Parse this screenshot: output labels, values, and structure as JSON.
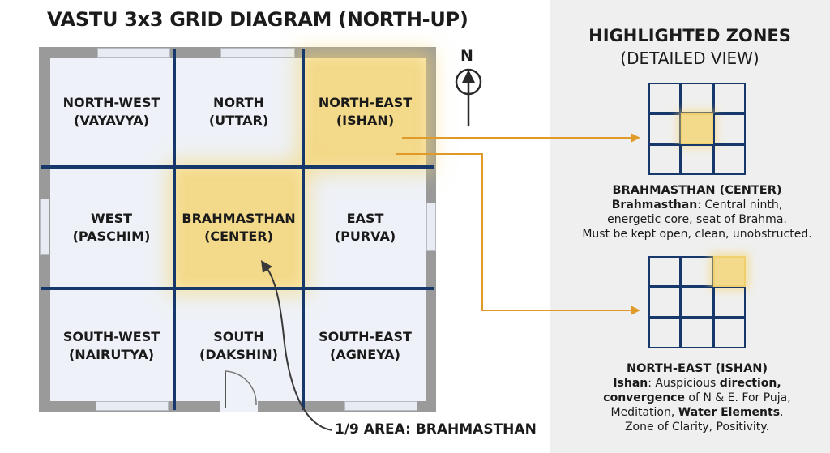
{
  "title": "VASTU 3x3 GRID DIAGRAM (NORTH-UP)",
  "compass": {
    "label": "N",
    "icon": "north-arrow-icon"
  },
  "grid": {
    "cells": [
      {
        "id": "nw",
        "line1": "NORTH-WEST",
        "line2": "(VAYAVYA)",
        "highlighted": false
      },
      {
        "id": "n",
        "line1": "NORTH",
        "line2": "(UTTAR)",
        "highlighted": false
      },
      {
        "id": "ne",
        "line1": "NORTH-EAST",
        "line2": "(ISHAN)",
        "highlighted": true
      },
      {
        "id": "w",
        "line1": "WEST",
        "line2": "(PASCHIM)",
        "highlighted": false
      },
      {
        "id": "c",
        "line1": "BRAHMASTHAN",
        "line2": "(CENTER)",
        "highlighted": true
      },
      {
        "id": "e",
        "line1": "EAST",
        "line2": "(PURVA)",
        "highlighted": false
      },
      {
        "id": "sw",
        "line1": "SOUTH-WEST",
        "line2": "(NAIRUTYA)",
        "highlighted": false
      },
      {
        "id": "s",
        "line1": "SOUTH",
        "line2": "(DAKSHIN)",
        "highlighted": false
      },
      {
        "id": "se",
        "line1": "SOUTH-EAST",
        "line2": "(AGNEYA)",
        "highlighted": false
      }
    ],
    "highlight_color": "#f3d98a",
    "grid_line_color": "#17386b"
  },
  "callout": "1/9 AREA: BRAHMASTHAN",
  "panel": {
    "title_line1": "HIGHLIGHTED ZONES",
    "title_line2": "(DETAILED VIEW)",
    "zones": [
      {
        "heading": "BRAHMASTHAN (CENTER)",
        "term": "Brahmasthan",
        "line1_rest": ": Central ninth,",
        "line2": "energetic core, seat of Brahma.",
        "line3": "Must be kept open, clean, unobstructed."
      },
      {
        "heading": "NORTH-EAST (ISHAN)",
        "term": "Ishan",
        "line1_mid": ": Auspicious ",
        "line1_bold": "direction,",
        "line2_bold": "convergence",
        "line2_mid": " of N & E. For Puja,",
        "line3_pre": "Meditation, ",
        "line3_bold": "Water Elements",
        "line3_end": ".",
        "line4": "Zone of Clarity, Positivity."
      }
    ]
  },
  "arrow_color": "#e09a2a"
}
